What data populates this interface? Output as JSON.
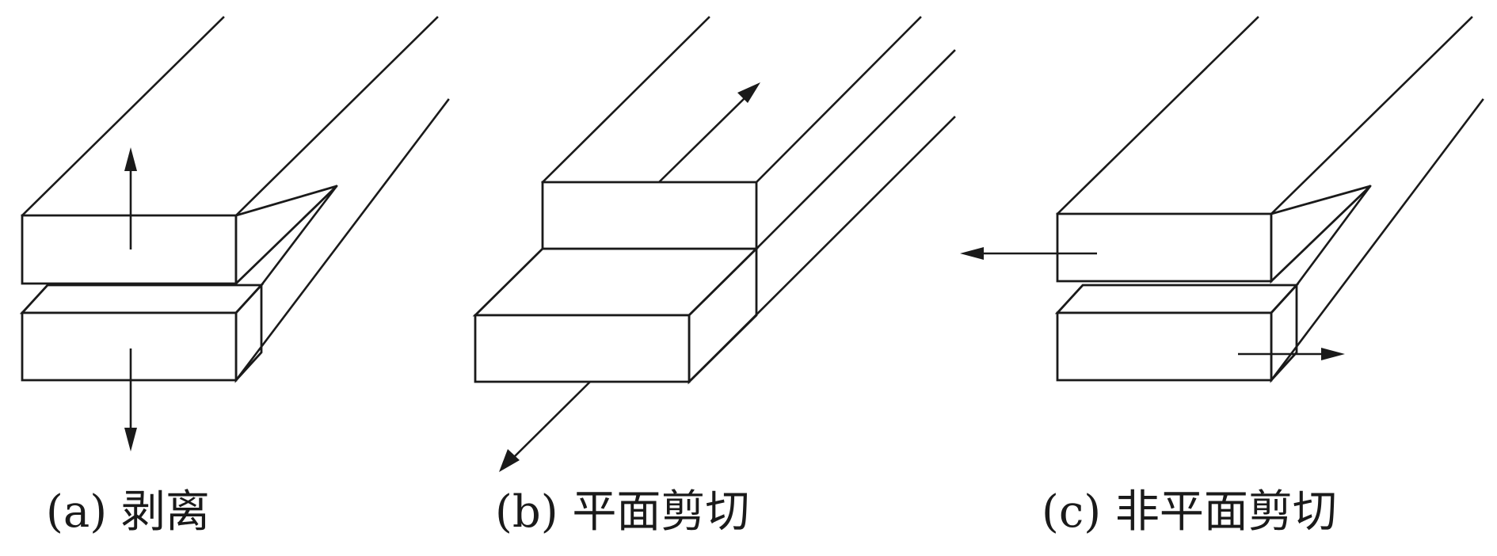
{
  "captions": {
    "a": "(a) 剥离",
    "b": "(b) 平面剪切",
    "c": "(c) 非平面剪切"
  },
  "panels": [
    {
      "id": "a",
      "mode": "peeling"
    },
    {
      "id": "b",
      "mode": "in-plane-shear"
    },
    {
      "id": "c",
      "mode": "out-of-plane-shear"
    }
  ]
}
